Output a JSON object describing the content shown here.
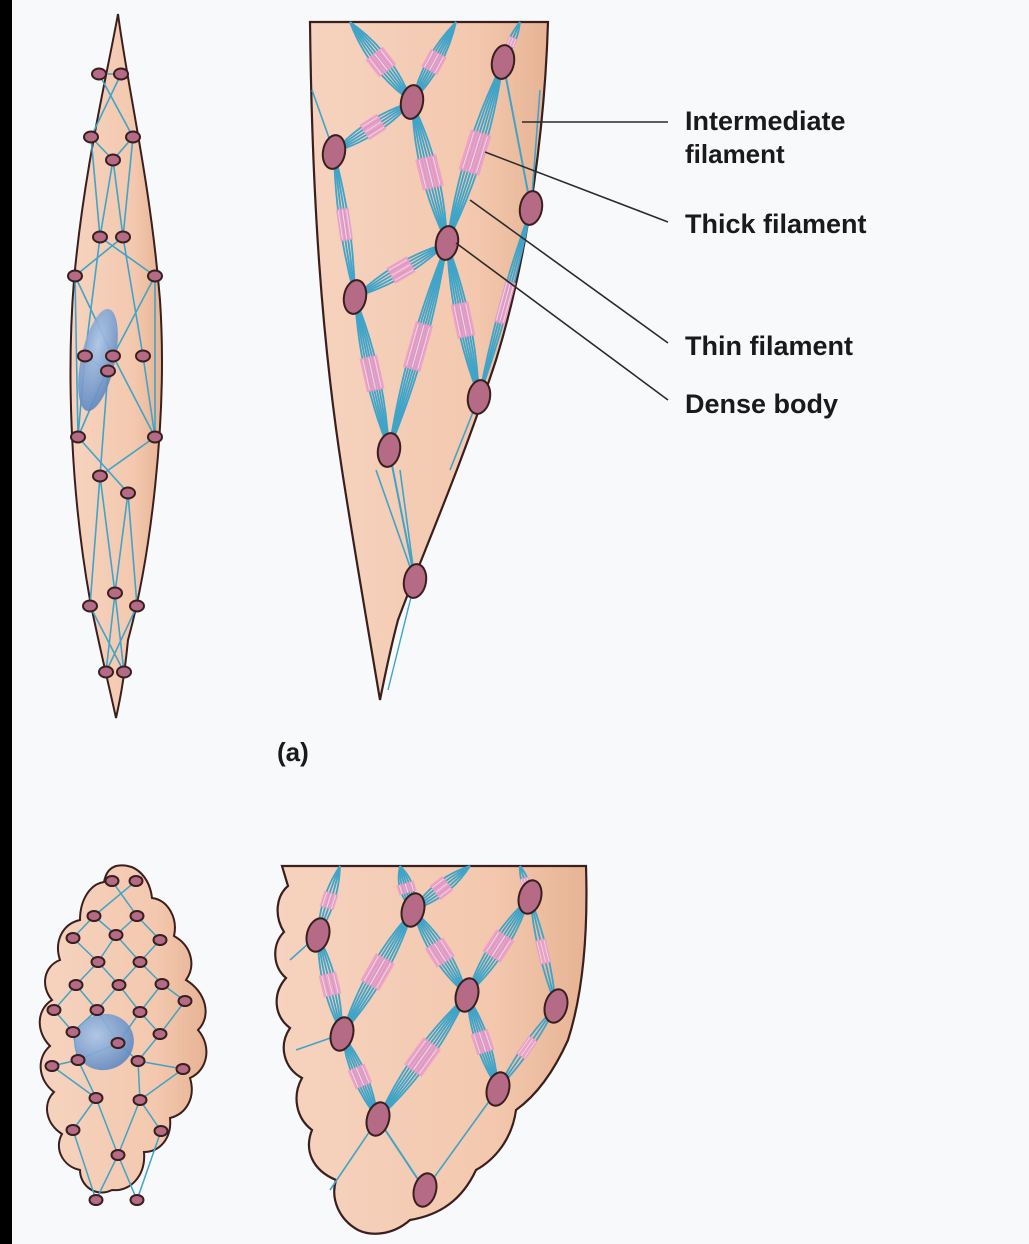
{
  "colors": {
    "cell_fill": "#f5cdb6",
    "cell_shade": "#e9b79a",
    "cell_outline": "#3a1f1f",
    "filament": "#3fa4c8",
    "thick_filament": "#f19ac6",
    "dense_body": "#b56b86",
    "nucleus": "#6f9bd1",
    "leader_line": "#2b2b2b",
    "background": "#f7f9fb"
  },
  "labels": {
    "intermediate_filament_1": "Intermediate",
    "intermediate_filament_2": "filament",
    "thick_filament": "Thick filament",
    "thin_filament": "Thin filament",
    "dense_body": "Dense body"
  },
  "panel_labels": {
    "a": "(a)"
  }
}
